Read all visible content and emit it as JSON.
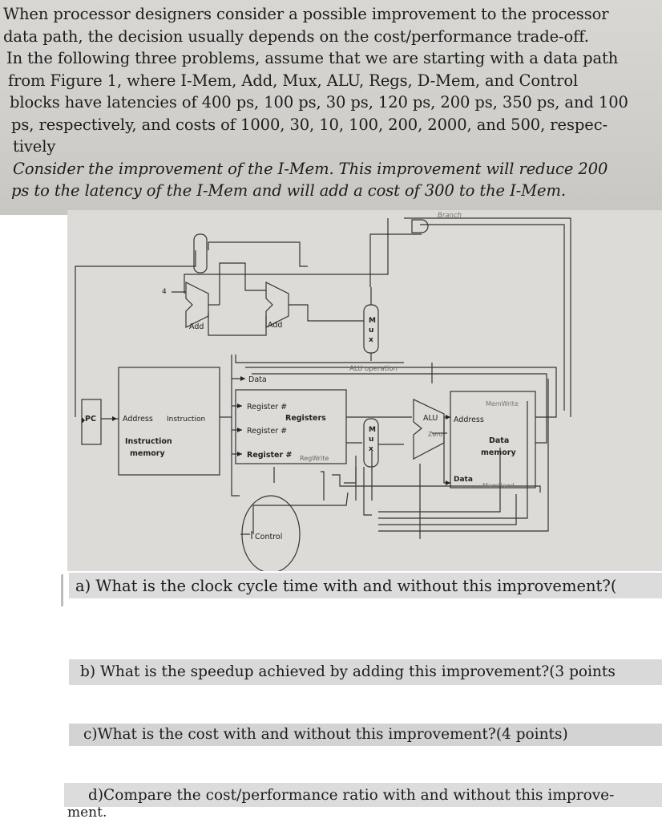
{
  "intro": {
    "lines": [
      "When processor designers consider a possible improvement to the processor",
      "data path, the decision usually depends on the cost/performance trade-off.",
      "In the following three problems, assume that we are starting with a data path",
      "from Figure 1, where I-Mem, Add, Mux, ALU, Regs, D-Mem, and Control",
      "blocks have latencies of 400 ps, 100 ps, 30 ps, 120 ps, 200 ps, 350 ps, and 100",
      "ps, respectively, and costs of 1000, 30, 10, 100, 200, 2000, and 500, respec-",
      "tively",
      "Consider the improvement of the I-Mem. This improvement will reduce 200",
      "ps to the latency of the I-Mem and will add a cost of 300 to the I-Mem."
    ]
  },
  "diagram": {
    "branch": "Branch",
    "four": "4",
    "add1": "Add",
    "add2": "Add",
    "mux_m": "M",
    "mux_u": "u",
    "mux_x": "x",
    "alu_operation": "ALU operation",
    "pc": "PC",
    "address": "Address",
    "instruction": "Instruction",
    "imem_line1": "Instruction",
    "imem_line2": "memory",
    "data": "Data",
    "register1": "Register #",
    "registers": "Registers",
    "register2": "Register #",
    "register3": "Register #",
    "regwrite": "RegWrite",
    "alu": "ALU",
    "zero": "Zero",
    "memwrite": "MemWrite",
    "dm_address": "Address",
    "dm_line1": "Data",
    "dm_line2": "memory",
    "dm_data": "Data",
    "memread": "MemRead",
    "control": "Control"
  },
  "questions": {
    "a": "a) What is the clock cycle time with and without this improvement?(",
    "b": "b) What is the speedup achieved by adding this improvement?(3 points",
    "c": "c)What is the cost with and without this improvement?(4 points)",
    "d": "d)Compare the cost/performance ratio with and without this improve-",
    "d2": "ment."
  }
}
